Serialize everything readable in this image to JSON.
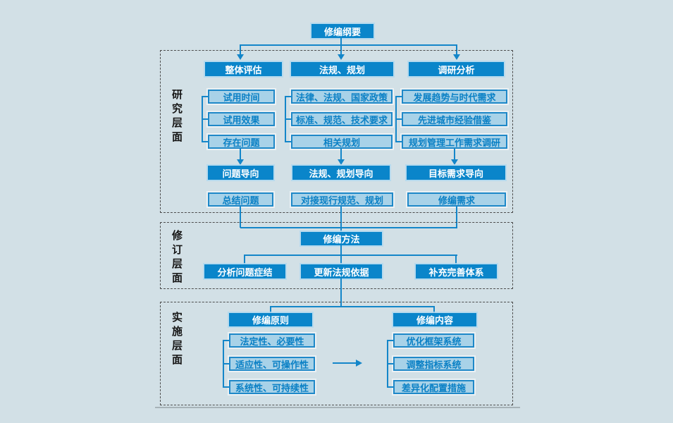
{
  "diagram": {
    "root": "修编纲要",
    "sections": [
      {
        "label": "研究层面",
        "columns": [
          {
            "header": "整体评估",
            "items": [
              "试用时间",
              "试用效果",
              "存在问题"
            ],
            "direction": "问题导向",
            "result": "总结问题"
          },
          {
            "header": "法规、规划",
            "items": [
              "法律、法规、国家政策",
              "标准、规范、技术要求",
              "相关规划"
            ],
            "direction": "法规、规划导向",
            "result": "对接现行规范、规划"
          },
          {
            "header": "调研分析",
            "items": [
              "发展趋势与时代需求",
              "先进城市经验借鉴",
              "规划管理工作需求调研"
            ],
            "direction": "目标需求导向",
            "result": "修编需求"
          }
        ]
      },
      {
        "label": "修订层面",
        "method": "修编方法",
        "items": [
          "分析问题症结",
          "更新法规依据",
          "补充完善体系"
        ]
      },
      {
        "label": "实施层面",
        "groups": [
          {
            "header": "修编原则",
            "items": [
              "法定性、必要性",
              "适应性、可操作性",
              "系统性、可持续性"
            ]
          },
          {
            "header": "修编内容",
            "items": [
              "优化框架系统",
              "调整指标系统",
              "差异化配置措施"
            ]
          }
        ]
      }
    ],
    "colors": {
      "background": "#d2e0e6",
      "solid_box": "#0a85ca",
      "light_box_fill": "#a8d2e8",
      "light_box_border": "#1e88c8",
      "light_box_text": "#0a80c5",
      "line": "#1486c9",
      "section_border": "#4d4d4d",
      "label_text": "#161616"
    }
  }
}
